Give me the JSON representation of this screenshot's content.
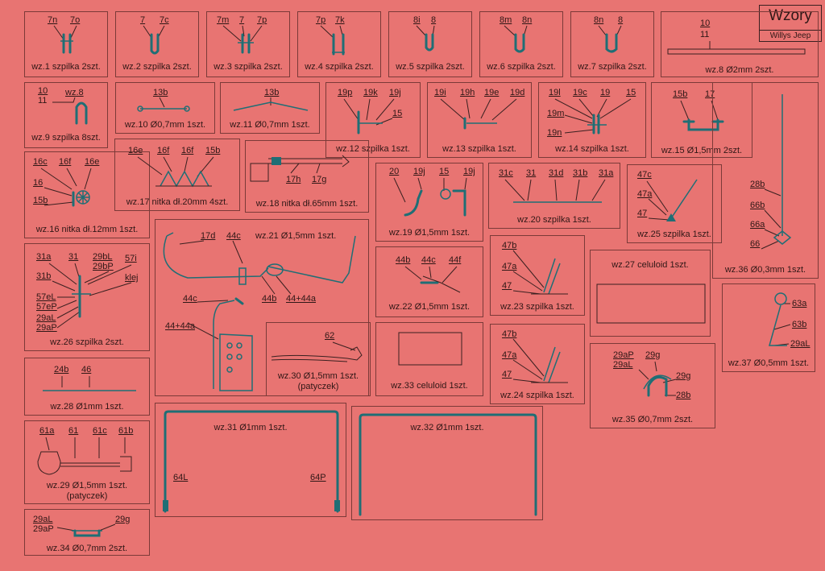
{
  "header": {
    "title": "Wzory",
    "subtitle": "Willys Jeep"
  },
  "boxes": {
    "wz1": {
      "caption": "wz.1 szpilka 2szt.",
      "labels": [
        "7n",
        "7o"
      ]
    },
    "wz2": {
      "caption": "wz.2 szpilka 2szt.",
      "labels": [
        "7",
        "7c"
      ]
    },
    "wz3": {
      "caption": "wz.3 szpilka 2szt.",
      "labels": [
        "7m",
        "7",
        "7p"
      ]
    },
    "wz4": {
      "caption": "wz.4 szpilka 2szt.",
      "labels": [
        "7p",
        "7k"
      ]
    },
    "wz5": {
      "caption": "wz.5 szpilka 2szt.",
      "labels": [
        "8i",
        "8"
      ]
    },
    "wz6": {
      "caption": "wz.6 szpilka 2szt.",
      "labels": [
        "8m",
        "8n"
      ]
    },
    "wz7": {
      "caption": "wz.7 szpilka 2szt.",
      "labels": [
        "8n",
        "8"
      ]
    },
    "wz8": {
      "caption": "wz.8 Ø2mm 2szt.",
      "labels": [
        "10",
        "11"
      ]
    },
    "wz9": {
      "caption": "wz.9 szpilka 8szt.",
      "labels": [
        "10",
        "11",
        "wz.8"
      ]
    },
    "wz10": {
      "caption": "wz.10 Ø0,7mm 1szt.",
      "labels": [
        "13b"
      ]
    },
    "wz11": {
      "caption": "wz.11 Ø0,7mm 1szt.",
      "labels": [
        "13b"
      ]
    },
    "wz12": {
      "caption": "wz.12 szpilka 1szt.",
      "labels": [
        "19p",
        "19k",
        "19j",
        "15"
      ]
    },
    "wz13": {
      "caption": "wz.13 szpilka 1szt.",
      "labels": [
        "19i",
        "19h",
        "19e",
        "19d"
      ]
    },
    "wz14": {
      "caption": "wz.14 szpilka 1szt.",
      "labels": [
        "19l",
        "19c",
        "19",
        "15",
        "19m",
        "19n"
      ]
    },
    "wz15": {
      "caption": "wz.15 Ø1,5mm 2szt.",
      "labels": [
        "15b",
        "17"
      ]
    },
    "wz16": {
      "caption": "wz.16 nitka dł.12mm 1szt.",
      "labels": [
        "16c",
        "16f",
        "16e",
        "16",
        "15b"
      ]
    },
    "wz17": {
      "caption": "wz.17 nitka dł.20mm 4szt.",
      "labels": [
        "16e",
        "16f",
        "16f",
        "15b"
      ]
    },
    "wz18": {
      "caption": "wz.18 nitka dł.65mm 1szt.",
      "labels": [
        "17h",
        "17g"
      ]
    },
    "wz19": {
      "caption": "wz.19 Ø1,5mm 1szt.",
      "labels": [
        "20",
        "19j",
        "15",
        "19j"
      ]
    },
    "wz20": {
      "caption": "wz.20 szpilka 1szt.",
      "labels": [
        "31c",
        "31",
        "31d",
        "31b",
        "31a"
      ]
    },
    "wz21": {
      "caption": "wz.21 Ø1,5mm 1szt.",
      "labels": [
        "17d",
        "44c",
        "44b",
        "44+44a"
      ]
    },
    "wz21b": {
      "labels": [
        "44c",
        "44+44a"
      ]
    },
    "wz22": {
      "caption": "wz.22 Ø1,5mm 1szt.",
      "labels": [
        "44b",
        "44c",
        "44f"
      ]
    },
    "wz23": {
      "caption": "wz.23 szpilka 1szt.",
      "labels": [
        "47b",
        "47a",
        "47"
      ]
    },
    "wz24": {
      "caption": "wz.24 szpilka 1szt.",
      "labels": [
        "47b",
        "47a",
        "47"
      ]
    },
    "wz25": {
      "caption": "wz.25 szpilka 1szt.",
      "labels": [
        "47c",
        "47a",
        "47"
      ]
    },
    "wz26": {
      "caption": "wz.26 szpilka 2szt.",
      "labels": [
        "31a",
        "31",
        "29bL",
        "29bP",
        "57i",
        "31b",
        "klej",
        "57eL",
        "57eP",
        "29aL",
        "29aP"
      ]
    },
    "wz27": {
      "caption": "wz.27 celuloid 1szt."
    },
    "wz28": {
      "caption": "wz.28 Ø1mm 1szt.",
      "labels": [
        "24b",
        "46"
      ]
    },
    "wz29": {
      "caption": "wz.29 Ø1,5mm 1szt.",
      "caption2": "(patyczek)",
      "labels": [
        "61a",
        "61",
        "61c",
        "61b"
      ]
    },
    "wz30": {
      "caption": "wz.30 Ø1,5mm 1szt.",
      "caption2": "(patyczek)",
      "labels": [
        "62"
      ]
    },
    "wz31": {
      "caption": "wz.31 Ø1mm 1szt.",
      "labels": [
        "64L",
        "64P"
      ]
    },
    "wz32": {
      "caption": "wz.32 Ø1mm 1szt."
    },
    "wz33": {
      "caption": "wz.33 celuloid 1szt."
    },
    "wz34": {
      "caption": "wz.34 Ø0,7mm 2szt.",
      "labels": [
        "29aL",
        "29aP",
        "29g"
      ]
    },
    "wz35": {
      "caption": "wz.35 Ø0,7mm 2szt.",
      "labels": [
        "29aP",
        "29aL",
        "29g",
        "29g",
        "28b"
      ]
    },
    "wz36": {
      "caption": "wz.36 Ø0,3mm 1szt.",
      "labels": [
        "28b",
        "66b",
        "66a",
        "66"
      ]
    },
    "wz37": {
      "caption": "wz.37 Ø0,5mm 1szt.",
      "labels": [
        "63a",
        "63b",
        "29aL"
      ]
    }
  }
}
